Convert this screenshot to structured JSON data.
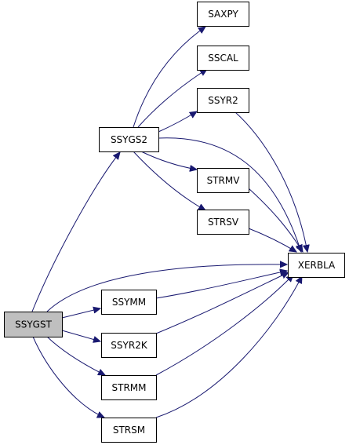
{
  "graph": {
    "edge_color": "#191970",
    "node_border_color": "#000000",
    "root_fill_color": "#bfbfbf",
    "node_fill_color": "#ffffff",
    "nodes": [
      {
        "id": "ssygst",
        "label": "SSYGST",
        "root": true,
        "interactable": true
      },
      {
        "id": "ssygs2",
        "label": "SSYGS2",
        "root": false,
        "interactable": true
      },
      {
        "id": "saxpy",
        "label": "SAXPY",
        "root": false,
        "interactable": true
      },
      {
        "id": "sscal",
        "label": "SSCAL",
        "root": false,
        "interactable": true
      },
      {
        "id": "ssyr2",
        "label": "SSYR2",
        "root": false,
        "interactable": true
      },
      {
        "id": "strmv",
        "label": "STRMV",
        "root": false,
        "interactable": true
      },
      {
        "id": "strsv",
        "label": "STRSV",
        "root": false,
        "interactable": true
      },
      {
        "id": "xerbla",
        "label": "XERBLA",
        "root": false,
        "interactable": true
      },
      {
        "id": "ssymm",
        "label": "SSYMM",
        "root": false,
        "interactable": true
      },
      {
        "id": "ssyr2k",
        "label": "SSYR2K",
        "root": false,
        "interactable": true
      },
      {
        "id": "strmm",
        "label": "STRMM",
        "root": false,
        "interactable": true
      },
      {
        "id": "strsm",
        "label": "STRSM",
        "root": false,
        "interactable": true
      }
    ],
    "edges": [
      {
        "from": "ssygst",
        "to": "ssygs2"
      },
      {
        "from": "ssygst",
        "to": "xerbla"
      },
      {
        "from": "ssygst",
        "to": "ssymm"
      },
      {
        "from": "ssygst",
        "to": "ssyr2k"
      },
      {
        "from": "ssygst",
        "to": "strmm"
      },
      {
        "from": "ssygst",
        "to": "strsm"
      },
      {
        "from": "ssygs2",
        "to": "saxpy"
      },
      {
        "from": "ssygs2",
        "to": "sscal"
      },
      {
        "from": "ssygs2",
        "to": "ssyr2"
      },
      {
        "from": "ssygs2",
        "to": "xerbla"
      },
      {
        "from": "ssygs2",
        "to": "strmv"
      },
      {
        "from": "ssygs2",
        "to": "strsv"
      },
      {
        "from": "ssyr2",
        "to": "xerbla"
      },
      {
        "from": "strmv",
        "to": "xerbla"
      },
      {
        "from": "strsv",
        "to": "xerbla"
      },
      {
        "from": "ssymm",
        "to": "xerbla"
      },
      {
        "from": "ssyr2k",
        "to": "xerbla"
      },
      {
        "from": "strmm",
        "to": "xerbla"
      },
      {
        "from": "strsm",
        "to": "xerbla"
      }
    ]
  }
}
